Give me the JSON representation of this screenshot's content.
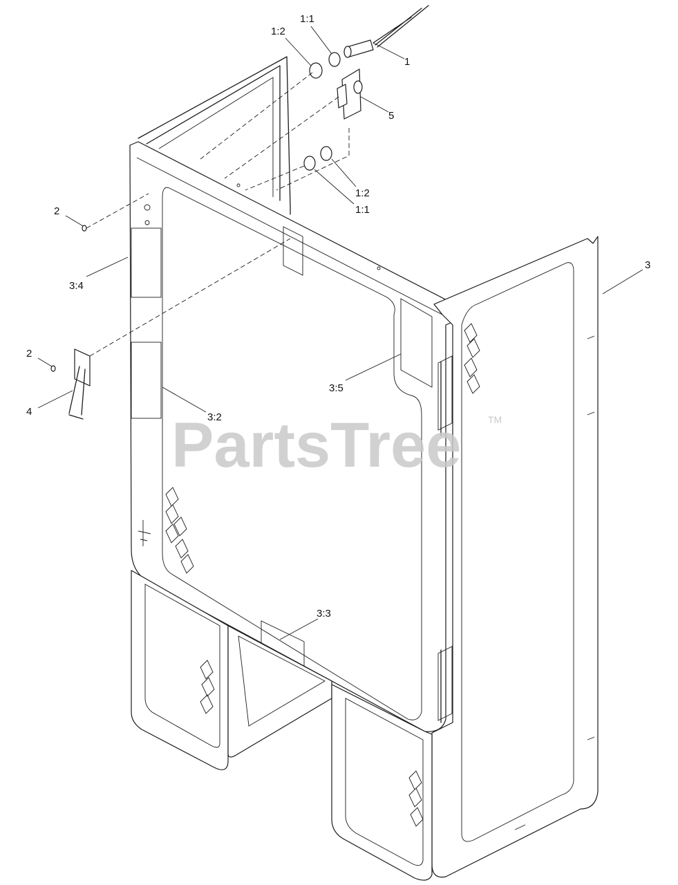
{
  "watermark": {
    "text": "PartsTree",
    "trademark": "TM"
  },
  "callouts": [
    {
      "id": "c-1-1-top",
      "text": "1:1"
    },
    {
      "id": "c-1-2-top",
      "text": "1:2"
    },
    {
      "id": "c-1",
      "text": "1"
    },
    {
      "id": "c-5",
      "text": "5"
    },
    {
      "id": "c-1-2-mid",
      "text": "1:2"
    },
    {
      "id": "c-1-1-mid",
      "text": "1:1"
    },
    {
      "id": "c-2-top",
      "text": "2"
    },
    {
      "id": "c-3",
      "text": "3"
    },
    {
      "id": "c-3-4",
      "text": "3:4"
    },
    {
      "id": "c-2-low",
      "text": "2"
    },
    {
      "id": "c-4",
      "text": "4"
    },
    {
      "id": "c-3-5",
      "text": "3:5"
    },
    {
      "id": "c-3-2",
      "text": "3:2"
    },
    {
      "id": "c-3-3",
      "text": "3:3"
    }
  ]
}
